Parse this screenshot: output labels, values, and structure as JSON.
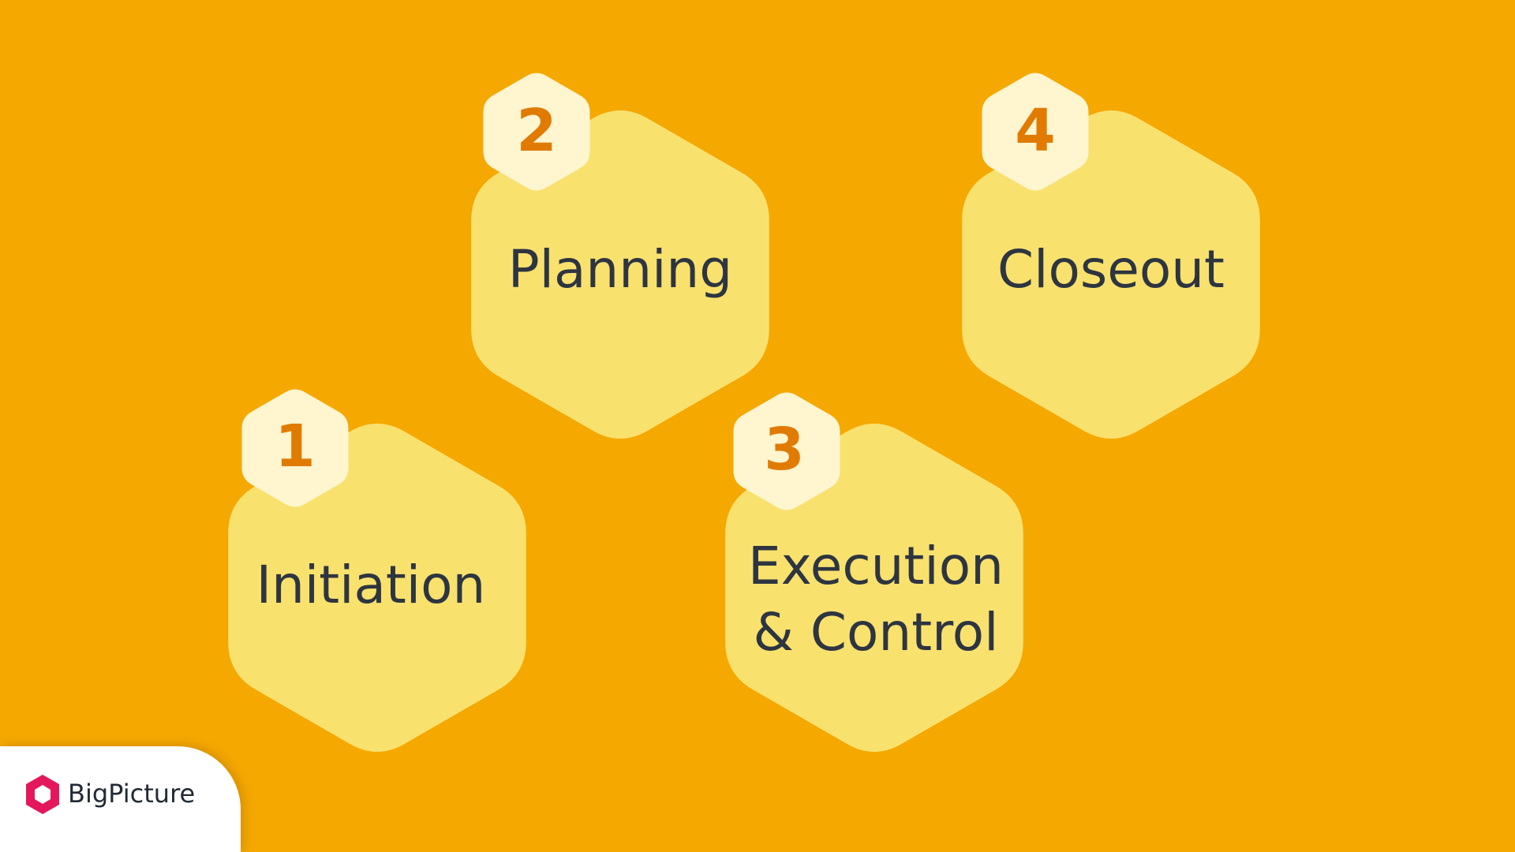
{
  "colors": {
    "background": "#F5A800",
    "hexagon": "#F9E16E",
    "badge": "#FFF5CF",
    "badge_number": "#E07B00",
    "label_text": "#2D3540",
    "brand_mark": "#E5175C"
  },
  "steps": [
    {
      "number": "1",
      "label_lines": [
        "Initiation"
      ]
    },
    {
      "number": "2",
      "label_lines": [
        "Planning"
      ]
    },
    {
      "number": "3",
      "label_lines": [
        "Execution",
        "& Control"
      ]
    },
    {
      "number": "4",
      "label_lines": [
        "Closeout"
      ]
    }
  ],
  "brand": {
    "name": "BigPicture",
    "logo_icon": "hexagon-logo-icon"
  }
}
